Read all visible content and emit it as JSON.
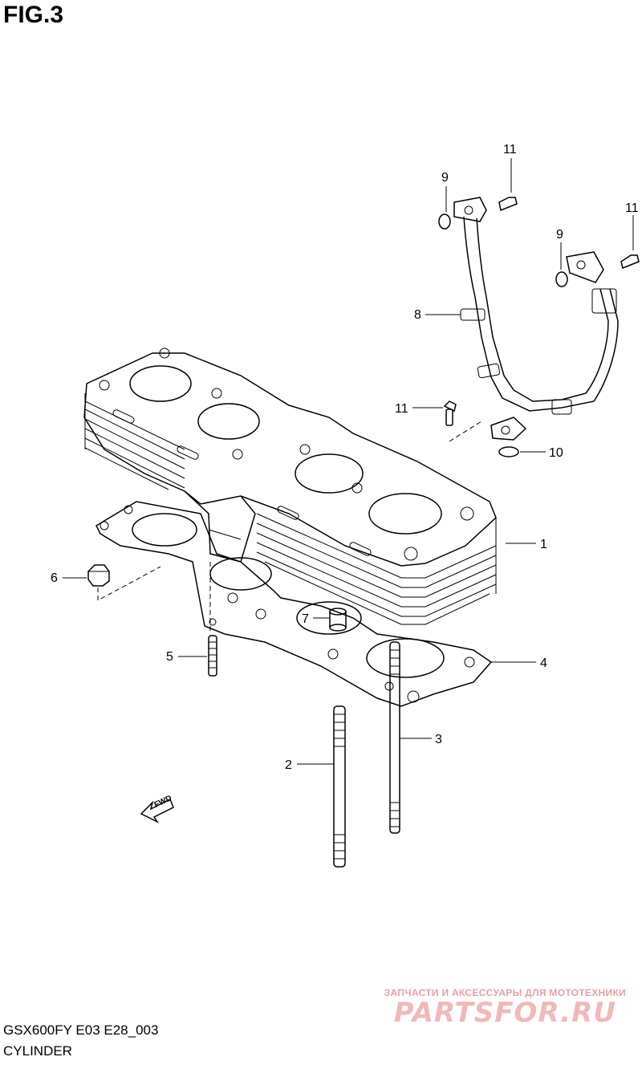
{
  "figure": {
    "title": "FIG.3"
  },
  "callouts": {
    "c1": "1",
    "c2": "2",
    "c3": "3",
    "c4": "4",
    "c5": "5",
    "c6": "6",
    "c7": "7",
    "c8": "8",
    "c9a": "9",
    "c9b": "9",
    "c10": "10",
    "c11a": "11",
    "c11b": "11",
    "c11c": "11"
  },
  "fwd_mark": "FWD",
  "footer": {
    "model_code": "GSX600FY E03 E28_003",
    "group_name": "CYLINDER"
  },
  "watermark": {
    "tagline": "ЗАПЧАСТИ И АКСЕССУАРЫ ДЛЯ МОТОТЕХНИКИ",
    "logo": "PARTSFOR.RU"
  }
}
